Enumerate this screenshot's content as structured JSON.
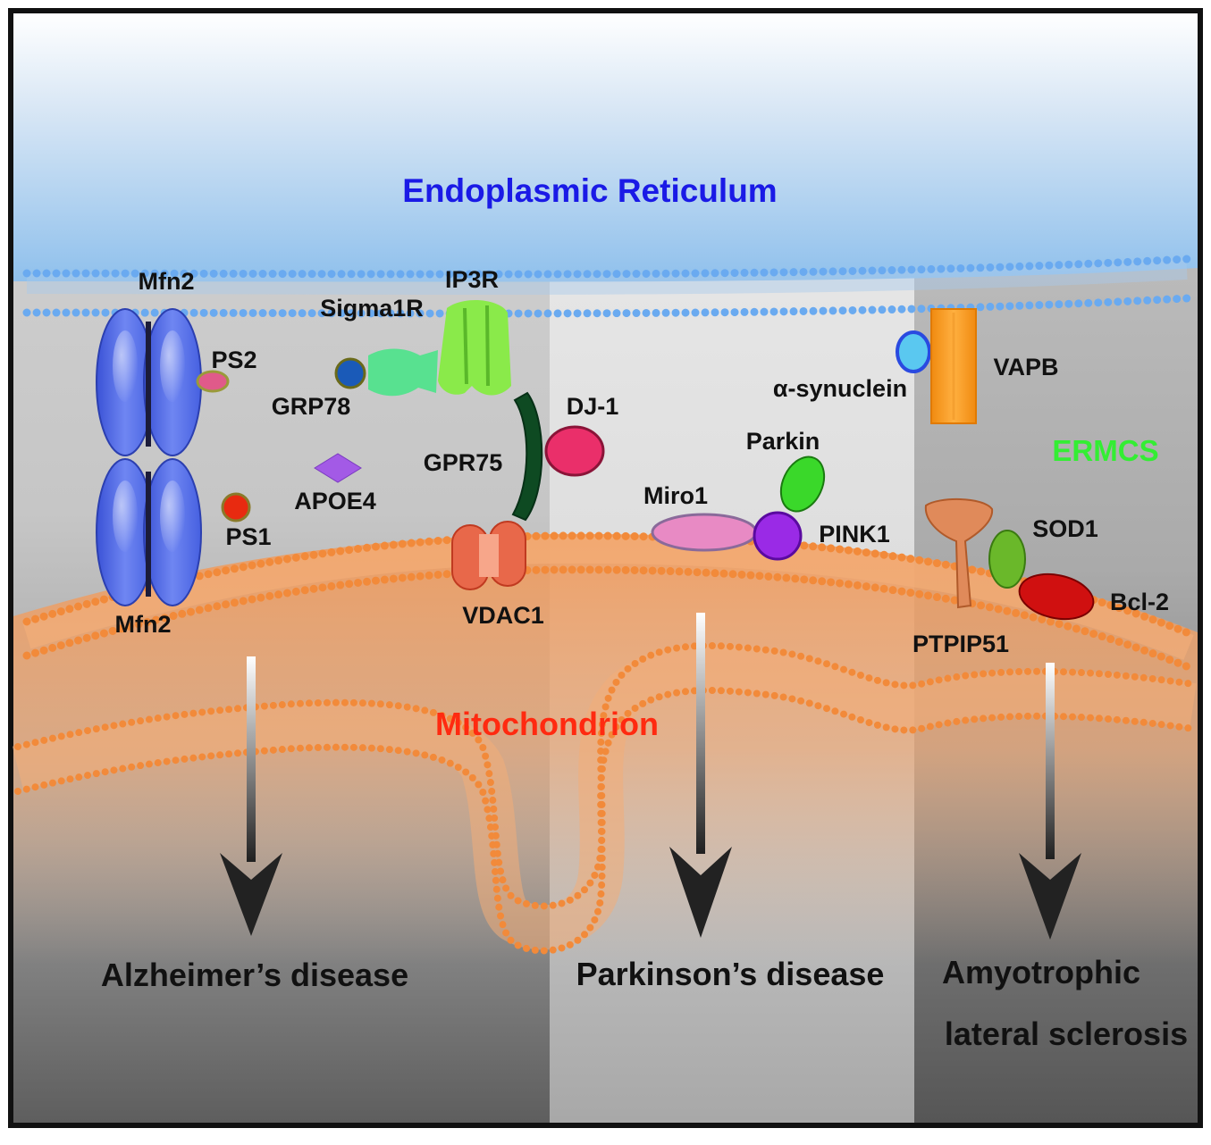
{
  "regions": {
    "er": "Endoplasmic Reticulum",
    "mito": "Mitochondrion",
    "ermcs": "ERMCS"
  },
  "proteins": {
    "mfn2_top": "Mfn2",
    "mfn2_bottom": "Mfn2",
    "ps2": "PS2",
    "ps1": "PS1",
    "sigma1r": "Sigma1R",
    "grp78": "GRP78",
    "apoe4": "APOE4",
    "ip3r": "IP3R",
    "gpr75": "GPR75",
    "dj1": "DJ-1",
    "vdac1": "VDAC1",
    "miro1": "Miro1",
    "parkin": "Parkin",
    "pink1": "PINK1",
    "alpha_synuclein": "α-synuclein",
    "vapb": "VAPB",
    "ptpip51": "PTPIP51",
    "sod1": "SOD1",
    "bcl2": "Bcl-2"
  },
  "diseases": {
    "alzheimers": "Alzheimer’s disease",
    "parkinsons": "Parkinson’s disease",
    "als_line1": "Amyotrophic",
    "als_line2": "lateral sclerosis"
  },
  "colors": {
    "er_label": "#1a1ae6",
    "mito_label": "#ff2a10",
    "ermcs_label": "#33ee33",
    "er_bilayer": "#6aaaf0",
    "mito_bilayer": "#f28a3a"
  }
}
